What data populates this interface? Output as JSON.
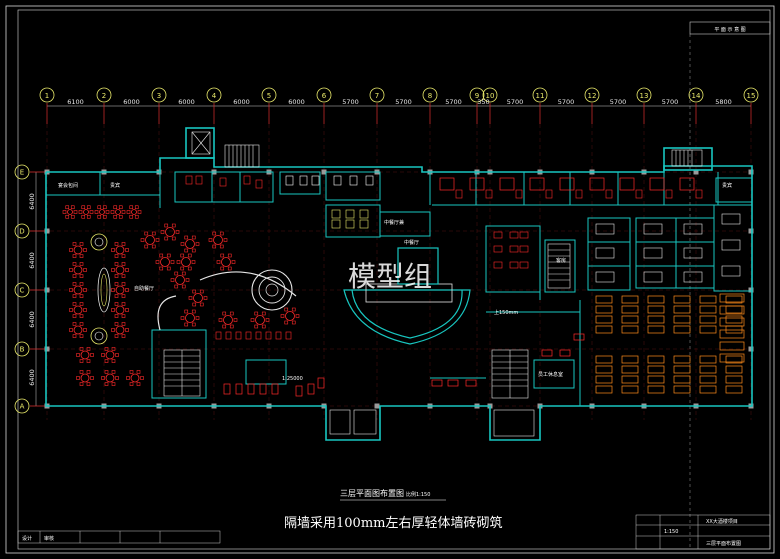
{
  "sheet": {
    "header_label": "平 面 示 意 图",
    "watermark": "模型组",
    "caption_title": "三层平面图布置图",
    "caption_scale": "比例1:150",
    "caption_note": "隔墙采用100mm左右厚轻体墙砖砌筑"
  },
  "axes": {
    "columns": [
      "1",
      "2",
      "3",
      "4",
      "5",
      "6",
      "7",
      "8",
      "9",
      "10",
      "11",
      "12",
      "13",
      "14",
      "15"
    ],
    "column_spacings": [
      "6100",
      "6000",
      "6000",
      "6000",
      "6000",
      "5700",
      "5700",
      "5700",
      "350",
      "5700",
      "5700",
      "5700",
      "5700",
      "5800"
    ],
    "rows": [
      "E",
      "D",
      "C",
      "B",
      "A"
    ],
    "row_spacings": [
      "6400",
      "6400",
      "6400",
      "6400"
    ]
  },
  "rooms": {
    "r1": "宴会包间",
    "r2": "贵宾",
    "r3": "自助餐厅",
    "r4": "中餐厅",
    "r5": "中餐厅兼",
    "r6": "客房",
    "r7": "上150mm",
    "r8": "员工休息室",
    "r9": "1:25000"
  },
  "title_block": {
    "project": "XX大酒楼项目",
    "drawing": "三层平面布置图",
    "scale": "1:150",
    "footer_left": "设计",
    "footer_mid": "审核"
  }
}
